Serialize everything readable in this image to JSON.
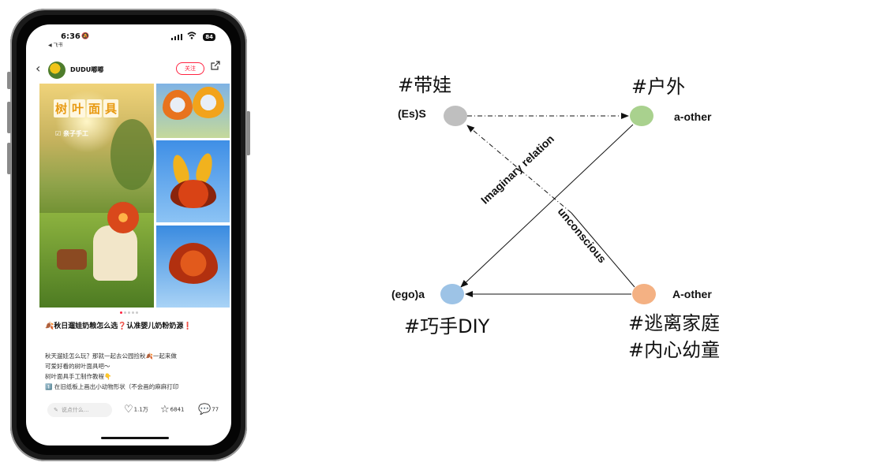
{
  "phone": {
    "status": {
      "time": "6:36",
      "back_app": "◀ 飞书",
      "battery": "84"
    },
    "nav": {
      "author": "DUDU嘟嘟",
      "follow": "关注"
    },
    "cover": {
      "title_chars": [
        "树",
        "叶",
        "面",
        "具"
      ],
      "subtitle": "☑ 亲子手工"
    },
    "post": {
      "title": "🍂秋日遛娃奶粮怎么选❓认准婴儿奶粉奶源❗",
      "body": [
        "秋天遛娃怎么玩？那就一起去公园捡秋🍂一起来做",
        "可爱好看的树叶面具吧～",
        "树叶面具手工制作教程👇",
        "1️⃣ 在旧纸板上画出小动物形状（不会画的麻麻打印"
      ]
    },
    "bottom": {
      "comment_placeholder": "说点什么...",
      "likes": "1.1万",
      "stars": "6841",
      "comments": "77"
    }
  },
  "diagram": {
    "tags": {
      "top_left": "#带娃",
      "top_right": "#户外",
      "bottom_left": "#巧手DIY",
      "bottom_right_1": "#逃离家庭",
      "bottom_right_2": "#内心幼童"
    },
    "nodes": {
      "top_left": {
        "label": "(Es)S",
        "color": "#bfbfbf"
      },
      "top_right": {
        "label": "a-other",
        "color": "#a9d18e"
      },
      "bottom_left": {
        "label": "(ego)a",
        "color": "#9dc3e6"
      },
      "bottom_right": {
        "label": "A-other",
        "color": "#f4b183"
      }
    },
    "edges": {
      "imaginary": "Imaginary relation",
      "unconscious": "unconscious"
    }
  }
}
